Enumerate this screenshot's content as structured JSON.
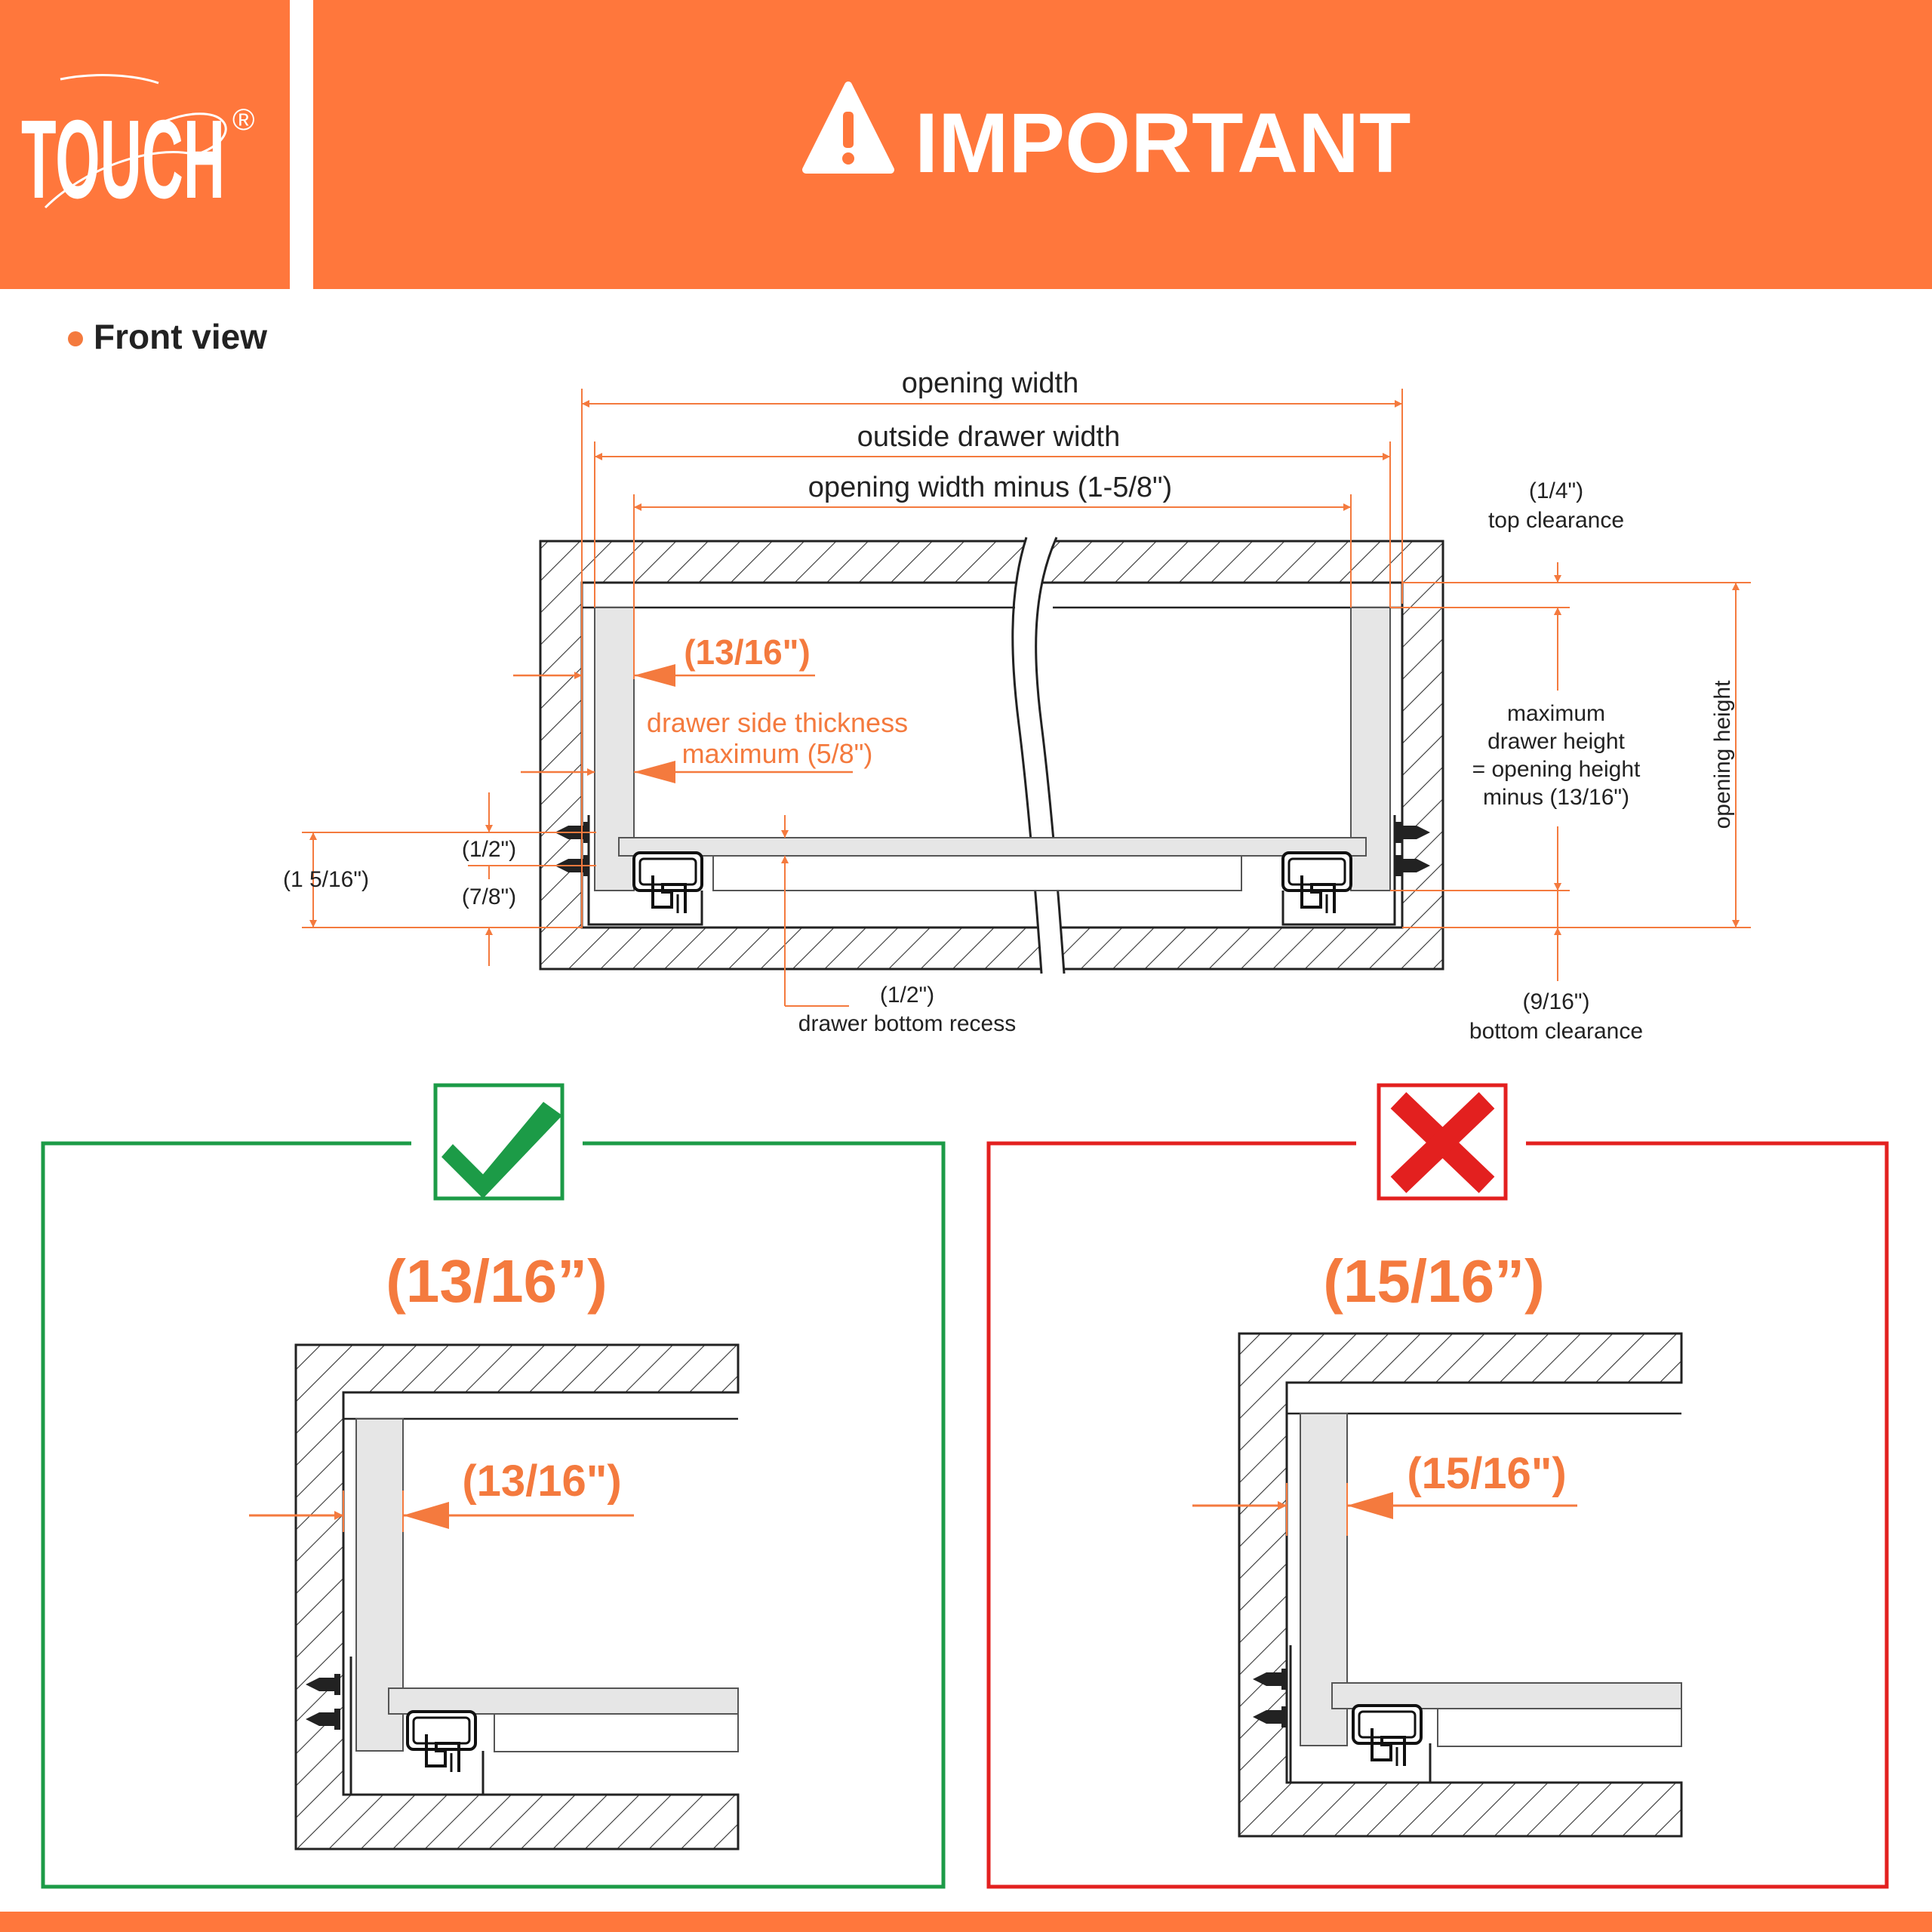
{
  "header": {
    "brand": "TOUCH",
    "registered_mark": "®",
    "title": "IMPORTANT",
    "bg_color": "#FF773C",
    "icon": "warning-triangle-icon"
  },
  "section": {
    "label": "Front view",
    "bullet_color": "#F47A3E"
  },
  "diagram": {
    "opening_width": "opening width",
    "outside_drawer_width": "outside drawer width",
    "opening_width_minus": "opening width minus (1-5/8\")",
    "side_gap": "(13/16\")",
    "side_thickness_line1": "drawer side thickness",
    "side_thickness_line2": "maximum (5/8\")",
    "top_clearance_value": "(1/4\")",
    "top_clearance_label": "top clearance",
    "max_height_line1": "maximum",
    "max_height_line2": "drawer height",
    "max_height_line3": "= opening height",
    "max_height_line4": "minus (13/16\")",
    "opening_height": "opening height",
    "half_inch": "(1/2\")",
    "one_5_16": "(1 5/16\")",
    "seven_eighths": "(7/8\")",
    "bottom_recess_value": "(1/2\")",
    "bottom_recess_label": "drawer bottom recess",
    "bottom_clearance_value": "(9/16\")",
    "bottom_clearance_label": "bottom clearance"
  },
  "panels": {
    "correct": {
      "icon": "checkmark-icon",
      "color": "#1C9B47",
      "title": "(13/16”)",
      "gap_label": "(13/16\")"
    },
    "wrong": {
      "icon": "cross-icon",
      "color": "#E3201F",
      "title": "(15/16”)",
      "gap_label": "(15/16\")"
    }
  },
  "colors": {
    "accent": "#F47A3E",
    "line": "#222222",
    "drawer_fill": "#E6E6E6"
  }
}
